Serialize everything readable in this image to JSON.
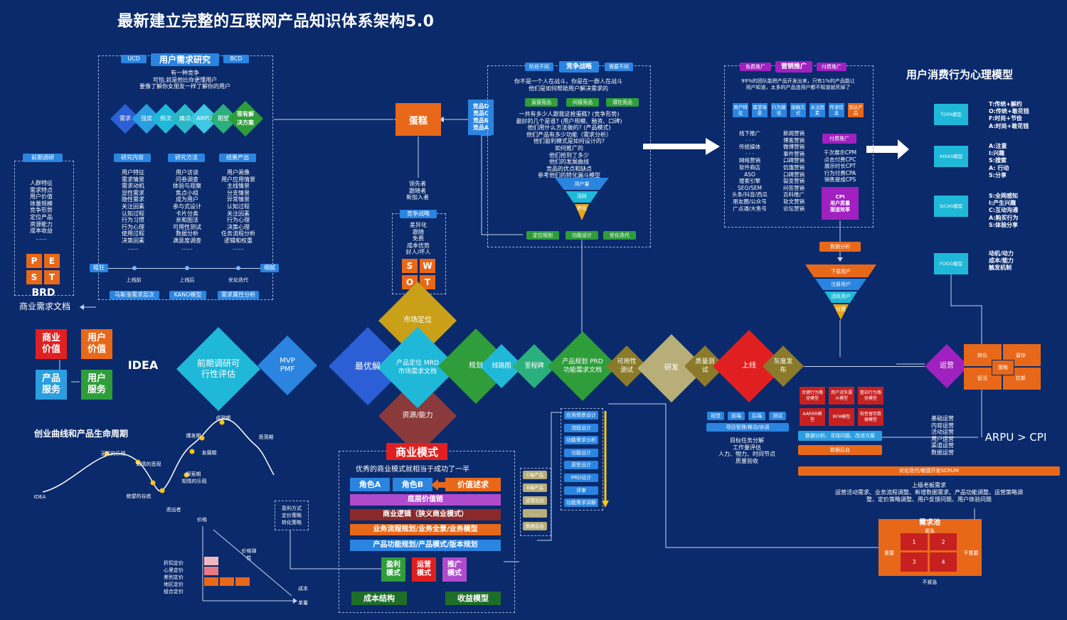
{
  "title": "最新建立完整的互联网产品知识体系架构5.0",
  "user_research": {
    "ucd": "UCD",
    "title": "用户需求研究",
    "bcd": "BCD",
    "quote": [
      "有一种竞争",
      "可怕,就是他比你更懂用户",
      "要像了解你女朋友一样了解你的用户"
    ],
    "diamonds": [
      "需求",
      "强度",
      "频次",
      "痛点",
      "ARPU",
      "期望",
      "现有解决方案"
    ],
    "col_titles": [
      "研究内容",
      "研究方法",
      "结果产出"
    ],
    "content": [
      "用户特征",
      "需求情景",
      "需求动机",
      "显性需求",
      "隐性需求",
      "关注因素",
      "认知过程",
      "行为习惯",
      "行为心理",
      "使用过程",
      "决策因素",
      "……"
    ],
    "methods": [
      "用户访谈",
      "问卷调查",
      "体验与观察",
      "焦点小组",
      "成为用户",
      "参与式设计",
      "卡片分类",
      "亲和图法",
      "可用性测试",
      "数据分析",
      "满意度调查",
      "……"
    ],
    "output": [
      "用户画像",
      "用户应用情景",
      "主线情景",
      "分支情景",
      "异常情景",
      "认知过程",
      "关注因素",
      "行为心理",
      "决策心理",
      "任务流程分析",
      "逻辑和权重",
      "……"
    ],
    "timeline": {
      "start": "粗狂",
      "points": [
        "上线前",
        "上线后",
        "优化迭代"
      ],
      "end": "细腻"
    },
    "models": [
      "马斯洛需求层次",
      "KANO模型",
      "需求属性分析"
    ]
  },
  "pre_research": {
    "tag": "前期调研",
    "items": [
      "人群特征",
      "需求特点",
      "用户价值",
      "体量规模",
      "竞争形势",
      "定位产品",
      "资源能力",
      "成本收益",
      "……"
    ],
    "pest": [
      "P",
      "E",
      "S",
      "T"
    ],
    "brd": "BRD",
    "brd_sub": "商业需求文档"
  },
  "value_grid": {
    "a": "商业价值",
    "b": "用户价值",
    "c": "产品服务",
    "d": "用户服务"
  },
  "idea": "IDEA",
  "cake": "蛋糕",
  "competitors": [
    "竞品D",
    "竞品C",
    "竞品B",
    "竞品A"
  ],
  "market_roles": [
    "领先者",
    "跟随者",
    "新加入者"
  ],
  "comp_strategy": {
    "tag": "竞争战略",
    "items": [
      "差异化",
      "跟随",
      "免费",
      "成本优势",
      "好人/坏人"
    ],
    "swot": [
      "S",
      "W",
      "O",
      "T"
    ]
  },
  "strategy_panel": {
    "left": "阶段不同",
    "title": "竞争战略",
    "right": "需要不同",
    "text1": [
      "你不是一个人在战斗，你是在一群人在战斗",
      "他们是如何帮助用户解决需求的"
    ],
    "tags": [
      "直接竞品",
      "间接竞品",
      "潜在竞品"
    ],
    "questions": [
      "一共有多少人跟我这抢蛋糕?   (竞争形势)",
      "最好的几个是谁?   (用户规模、融资、口碑)",
      "他们用什么方法做的?   (产品模式)",
      "他们产品有多少功能（需求分析）",
      "他们盈利模式是如何设计的?",
      "如何推广的",
      "他们抢到了多少",
      "他们的发展曲线",
      "竞品的优点和缺点",
      "参考他们的转化漏斗模型"
    ],
    "funnel": [
      "用户量",
      "活跃",
      "转化"
    ],
    "bottom": [
      "定位规划",
      "功能设计",
      "优化迭代"
    ]
  },
  "marketing_panel": {
    "left": "免费推广",
    "title": "营销推广",
    "right": "付费推广",
    "text": [
      "99%的团队能把产品开发出来，只有1%的产品能让",
      "用户知道，太多的产品连用户都不知道就死掉了"
    ],
    "chips": [
      "用户特征",
      "需求场景",
      "行为路径",
      "接触方式",
      "关注因素",
      "传递信息",
      "到达产品"
    ],
    "free": [
      "线下推广",
      "·  ·  ·",
      "传统媒体",
      "·  ·  ·",
      "网络营销",
      "软件商店",
      "ASO",
      "搜索引擎",
      "SEO/SEM",
      "头条/抖音/西瓜",
      "朋友圈/公众号",
      "广点通/大鱼号"
    ],
    "channels": [
      "新闻营销",
      "博客营销",
      "微博营销",
      "事件营销",
      "口碑营销",
      "饥饿营销",
      "口碑营销",
      "裂变营销",
      "问答营销",
      "百科推广",
      "软文营销",
      "论坛营销"
    ],
    "paid_tag": "付费推广",
    "paid": [
      "千次展示CPM",
      "点击付费CPC",
      "展示时长CPT",
      "行为付费CPA",
      "销售提成CPS"
    ],
    "cpi": [
      "CPI",
      "用户质量",
      "渠道效率"
    ],
    "data": "数据分析",
    "funnel": [
      "下载用户",
      "注册用户",
      "活跃用户",
      "付费"
    ]
  },
  "psych": {
    "title": "用户消费行为心理模型",
    "models": [
      {
        "name": "TOFA模型",
        "desc": [
          "T:传统+解约",
          "O:传统+敢花钱",
          "F:时尚+节俭",
          "A:时尚+敢花钱"
        ]
      },
      {
        "name": "AISAS模型",
        "desc": [
          "A:注意",
          "I:兴趣",
          "S:搜索",
          "A: 行动",
          "S:分享"
        ]
      },
      {
        "name": "SICAS模型",
        "desc": [
          "S:全网感知",
          "I:产生兴趣",
          "C:互动沟通",
          "A:购买行为",
          "S:体验分享"
        ]
      },
      {
        "name": "FOGG模型",
        "desc": [
          "动机/动力",
          "成本/能力",
          "触发机制"
        ]
      }
    ]
  },
  "flow": {
    "pre": "前期调研可行性评估",
    "mvp": "MVP PMF",
    "best": "最优解",
    "market": "市场定位",
    "prd_pos": "产品定位 MRD 市场需求文档",
    "resource": "资源/能力",
    "plan": "规划",
    "roadmap": "线路图",
    "milestone": "里程碑",
    "prd": "产品规划 PRD 功能需求文档",
    "usability": "可用性测试",
    "dev": "研发",
    "qa": "质量测试",
    "launch": "上线",
    "gray": "灰度发布",
    "ops": "运营"
  },
  "design_steps": [
    "应用情景设计",
    "流程设计",
    "功能需求分析",
    "功能设计",
    "原型设计",
    "PRD设计",
    "评审",
    "功能需求讲解"
  ],
  "design_side": [
    "C端产品",
    "B端产品",
    "运营后台",
    "……",
    "数据后台"
  ],
  "lifecycle": {
    "title": "创业曲线和产品生命周期",
    "labels": [
      "IDEA",
      "无知的乐观",
      "知情的悲观",
      "绝望的谷底",
      "退出者",
      "探索期",
      "知情的乐观",
      "爆发期",
      "发展期",
      "成熟期",
      "衰落期"
    ]
  },
  "pricing": {
    "profit": [
      "盈利方式",
      "定价策略",
      "转化策略"
    ],
    "price": "价格",
    "elastic": "价格弹性",
    "cost": "成本",
    "unit": "单量",
    "types": [
      "折扣定价",
      "心里定价",
      "差别定价",
      "地区定价",
      "组合定价"
    ]
  },
  "biz_model": {
    "title": "商业模式",
    "subtitle": "优秀的商业模式就相当于成功了一半",
    "role_a": "角色A",
    "role_b": "角色B",
    "value": "价值述求",
    "rows": [
      "底层价值链",
      "商业逻辑（狭义商业模式）",
      "业务流程规划/业务全景/业务模型",
      "产品功能规划/产品模式/版本规划"
    ],
    "modes": [
      "盈利模式",
      "运营模式",
      "推广模式"
    ],
    "bottom": [
      "成本结构",
      "收益模型"
    ]
  },
  "dev_panel": {
    "chips": [
      "视觉",
      "前端",
      "后端",
      "测试"
    ],
    "bar": "项目管理/推动/协调",
    "notes": [
      "目标任务分解",
      "工作量评估",
      "人力、物力、时间节点",
      "质量验收"
    ]
  },
  "ops_panel": {
    "models": [
      "关键行为路径模型",
      "用户流失漏斗模型",
      "整站行为路径模型",
      "AARRR模型",
      "RFM模型",
      "粘性留存数据模型"
    ],
    "analysis": "数据分析、寻找问题、改进方案",
    "backend": "数据后台",
    "ops_list": [
      "基础运营",
      "内容运营",
      "活动运营",
      "用户运营",
      "渠道运营",
      "数据运营"
    ],
    "arpu": "ARPU > CPI",
    "grid": [
      "转化",
      "留存",
      "促活",
      "拉新"
    ],
    "center": "策略"
  },
  "scrum": {
    "bar": "优化迭代/敏捷开发SCRUM",
    "t1": "上级老板需求",
    "t2": "运营活动需求、业务流程调整、新增数据需求、产品功能调整、运营策略调",
    "t3": "整、定价策略调整、用户反馈问题、用户体验问题"
  },
  "pool": {
    "title": "需求池",
    "urgent": "紧急",
    "important": "重要",
    "unimportant": "不重要",
    "not_urgent": "不紧急",
    "cells": [
      "1",
      "2",
      "3",
      "4"
    ]
  }
}
